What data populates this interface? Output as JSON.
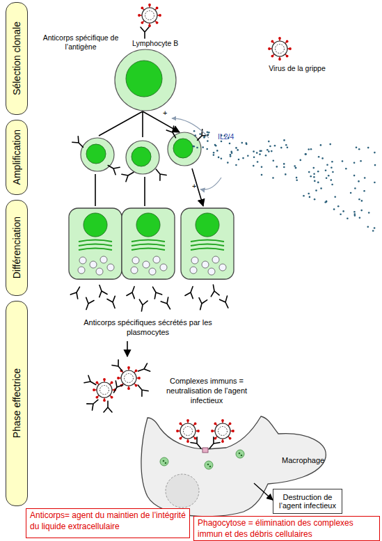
{
  "diagram": {
    "nodes": [
      {
        "text": [
          "Sélection clonale"
        ]
      },
      {
        "text": [
          "Amplification"
        ]
      },
      {
        "text": [
          "Différenciation"
        ]
      },
      {
        "text": [
          "Phase effectrice"
        ]
      },
      {
        "text": [
          "Macrophage"
        ]
      },
      {
        "text": [
          "Destruction de l’agent infectieux"
        ]
      },
      {
        "text": [
          "Anticorps= agent du maintien de l’intégrité du liquide extracellulaire"
        ]
      },
      {
        "text": [
          "Phagocytose = élimination des complexes immun et des débris cellulaires"
        ]
      }
    ],
    "edges": [
      {
        "from": 4,
        "to": 5,
        "arrow": "to"
      }
    ],
    "labels": [
      "Anticorps spécifique de l’antigène",
      "Lymphocyte B",
      "Virus de la grippe",
      "+",
      "IL2/4",
      "+",
      "Anticorps spécifiques sécrétés par les plasmocytes",
      "Complexes immuns = neutralisation de l’agent infectieux"
    ]
  }
}
